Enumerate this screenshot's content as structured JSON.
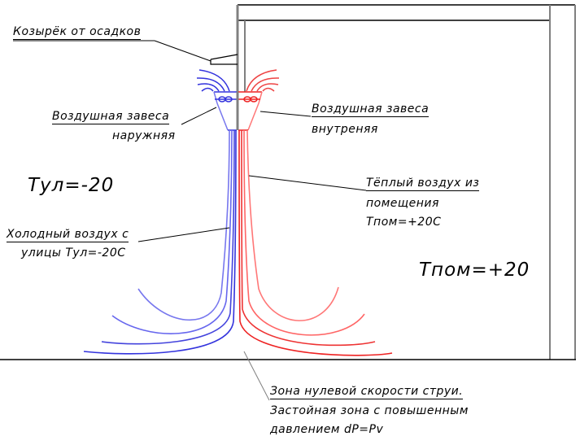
{
  "diagram": {
    "title": "Air curtain at building entrance (scheme)",
    "colors": {
      "cold_stream": "#3333dd",
      "cold_stream_light": "#7777ee",
      "warm_stream": "#ee2222",
      "warm_stream_light": "#ff7777",
      "structure": "#808080",
      "line": "#000000"
    },
    "labels": {
      "canopy": "Козырёк от осадков",
      "curtain_outer_1": "Воздушная завеса",
      "curtain_outer_2": "наружняя",
      "curtain_inner_1": "Воздушная завеса",
      "curtain_inner_2": "внутреняя",
      "temp_outside": "Тул=-20",
      "temp_inside": "Тпом=+20",
      "warm_air_1": "Тёплый воздух из",
      "warm_air_2": "помещения",
      "warm_air_3": "Тпом=+20С",
      "cold_air_1": "Холодный воздух с",
      "cold_air_2": "улицы Тул=-20С",
      "zone_1": "Зона нулевой скорости струи.",
      "zone_2": "Застойная зона с повышенным",
      "zone_3": "давлением dP=Pv"
    }
  }
}
